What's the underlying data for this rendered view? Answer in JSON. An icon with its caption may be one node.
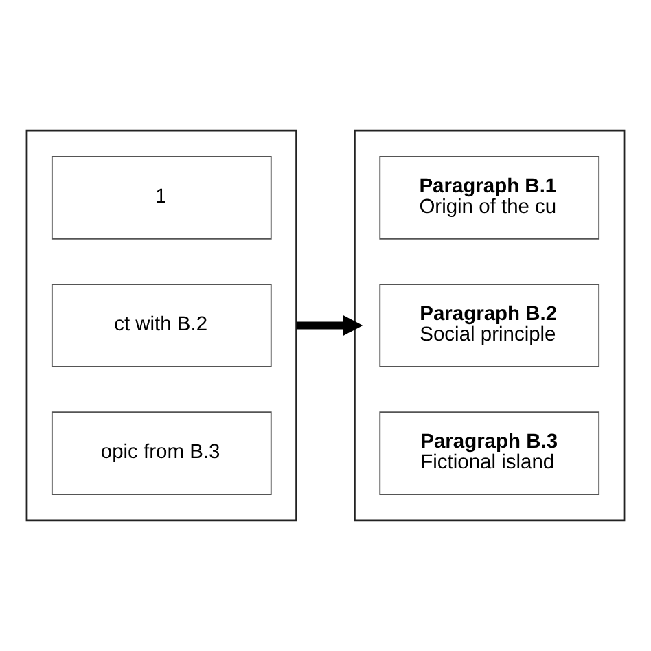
{
  "diagram": {
    "nodes": [
      {
        "text": [],
        "shape": "box"
      },
      {
        "text": [
          "1"
        ],
        "in": 0
      },
      {
        "text": [
          "ct with B.2"
        ],
        "in": 0
      },
      {
        "text": [
          "opic from B.3"
        ],
        "in": 0
      },
      {
        "text": [],
        "shape": "box"
      },
      {
        "text": [
          "Paragraph B.1",
          "Origin of the cu"
        ],
        "in": 4
      },
      {
        "text": [
          "Paragraph B.2",
          "Social principle"
        ],
        "in": 4
      },
      {
        "text": [
          "Paragraph B.3",
          "Fictional island"
        ],
        "in": 4
      }
    ],
    "edges": [
      {
        "from": 0,
        "to": 4,
        "arrow": "to"
      }
    ]
  }
}
